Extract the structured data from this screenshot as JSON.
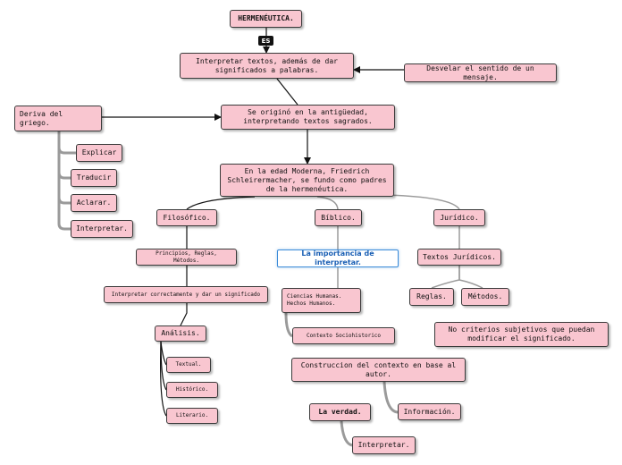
{
  "diagram": {
    "root": "HERMENÉUTICA.",
    "link_label": "ES",
    "definition": "Interpretar textos, además de dar\nsignificados a palabras.",
    "reveal": "Desvelar el sentido de un mensaje.",
    "origin": "Se originó en la antigüedad,\ninterpretando textos sagrados.",
    "derives": "Deriva del\ngriego.",
    "greek_verbs": [
      "Explicar",
      "Traducir",
      "Aclarar.",
      "Interpretar."
    ],
    "modern": "En la edad Moderna, Friedrich\nSchleirermacher, se fundo como padres\nde la hermenéutica.",
    "philosophical": {
      "title": "Filosófico.",
      "principles": "Principios, Reglas, Métodos.",
      "meaning": "Interpretar correctamente y dar un significado",
      "analysis": "Análisis.",
      "kinds": [
        "Textual.",
        "Histórico.",
        "Literario."
      ]
    },
    "biblical": {
      "title": "Bíblico.",
      "importance": "La importancia de interpretar.",
      "sciences": "Ciencias Humanas.\nHechos Humanos.",
      "context": "Contexto Sociohistorico",
      "construction": "Construccion del contexto en base al\nautor.",
      "information": "Información.",
      "truth": "La verdad.",
      "interpret": "Interpretar."
    },
    "legal": {
      "title": "Jurídico.",
      "texts": "Textos Jurídicos.",
      "rules": "Reglas.",
      "methods": "Métodos.",
      "criteria": "No criterios subjetivos que puedan\nmodificar el significado."
    }
  },
  "colors": {
    "node_fill": "#f9c6d0",
    "node_border": "#3a3a3a",
    "connector_dark": "#111111",
    "connector_gray": "#9a9a9a",
    "highlight_border": "#3b8bd8",
    "highlight_text": "#1a5fb4"
  }
}
